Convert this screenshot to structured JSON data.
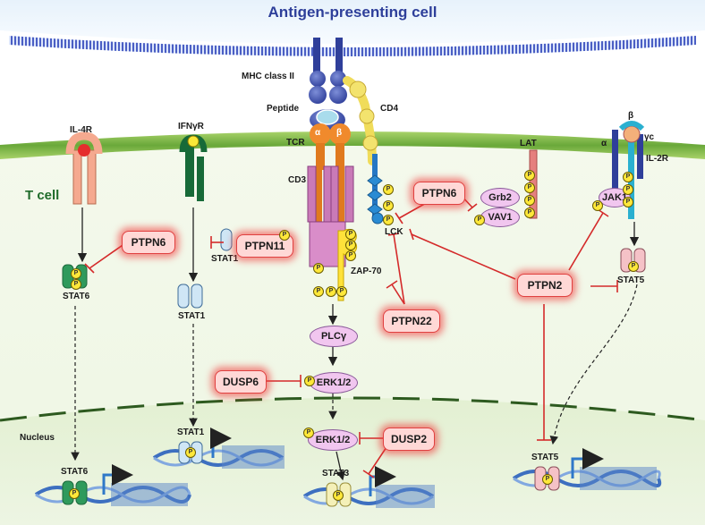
{
  "title": "Antigen-presenting cell",
  "regions": {
    "tcell": "T cell",
    "nucleus": "Nucleus"
  },
  "receptors": {
    "mhc": "MHC class II",
    "peptide": "Peptide",
    "cd4": "CD4",
    "tcr": "TCR",
    "alpha": "α",
    "beta": "β",
    "cd3": "CD3",
    "il4r": "IL-4R",
    "ifngr": "IFNγR",
    "il2r": "IL-2R",
    "il2r_alpha": "α",
    "il2r_beta": "β",
    "il2r_gamma": "γc",
    "lat": "LAT"
  },
  "signaling": {
    "lck": "LCK",
    "zap70": "ZAP-70",
    "plcg": "PLCγ",
    "erk_cyto": "ERK1/2",
    "erk_nuc": "ERK1/2",
    "grb2": "Grb2",
    "vav1": "VAV1",
    "jak1": "JAK1"
  },
  "stats": {
    "stat6_cyto": "STAT6",
    "stat1_small": "STAT1",
    "stat1_cyto": "STAT1",
    "stat5_cyto": "STAT5",
    "stat1_nuc": "STAT1",
    "stat6_nuc": "STAT6",
    "stat3_nuc": "STAT3",
    "stat5_nuc": "STAT5"
  },
  "phosphatases": {
    "ptpn6_left": "PTPN6",
    "ptpn11": "PTPN11",
    "ptpn6_top": "PTPN6",
    "ptpn22": "PTPN22",
    "ptpn2": "PTPN2",
    "dusp6": "DUSP6",
    "dusp2": "DUSP2"
  },
  "phospho_mark": "P",
  "colors": {
    "title": "#2e3f9a",
    "tcell": "#1f6b2a",
    "inhibition": "#d42a2a",
    "membrane": "#7cb342",
    "apc_membrane": "#4b5fc4",
    "phosphatase_glow": "#f03c3c",
    "stat_green": "#2f9a5c",
    "stat_blue": "#bfe0f0",
    "stat_pink": "#f5c2c7",
    "stat_yellow": "#f4f0b8",
    "dna_box": "#5a86c8"
  }
}
